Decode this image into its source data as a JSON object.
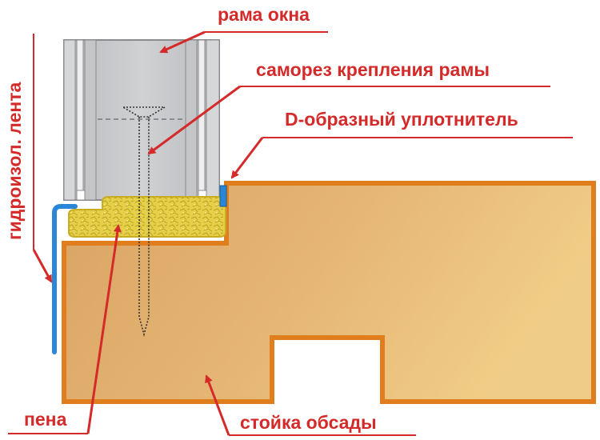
{
  "labels": {
    "frame": "рама окна",
    "screw": "саморез крепления рамы",
    "d_seal": "D-образный уплотнитель",
    "tape": "гидроизол. лента",
    "foam": "пена",
    "casing_post": "стойка обсады"
  },
  "colors": {
    "label_red": "#d42a2a",
    "frame_gray": "#c7c8ca",
    "frame_edge": "#8a8c90",
    "wood_fill": "#e3b36e",
    "wood_edge": "#e07d1c",
    "foam_yellow": "#e8d24a",
    "tape_blue": "#2a86d6"
  }
}
